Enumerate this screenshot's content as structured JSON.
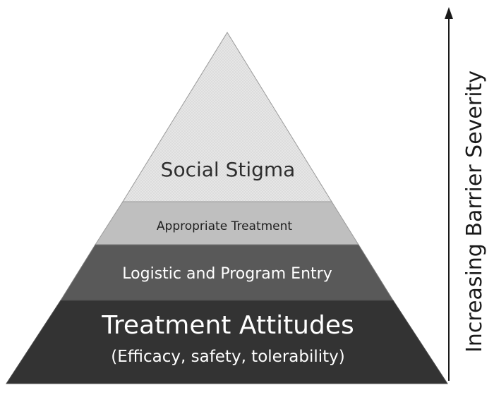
{
  "pyramid": {
    "tiers": [
      {
        "id": "social-stigma",
        "label": "Social Stigma",
        "fill": "#e6e6e6",
        "text_color": "#2e2e2e"
      },
      {
        "id": "appropriate-treatment",
        "label": "Appropriate Treatment",
        "fill": "#bfbfbf",
        "text_color": "#1f1f1f"
      },
      {
        "id": "logistic-program-entry",
        "label": "Logistic and Program Entry",
        "fill": "#595959",
        "text_color": "#ffffff"
      },
      {
        "id": "treatment-attitudes",
        "label": "Treatment Attitudes",
        "sublabel": "(Efficacy, safety, tolerability)",
        "fill": "#333333",
        "text_color": "#ffffff"
      }
    ]
  },
  "axis": {
    "label": "Increasing Barrier Severity",
    "direction": "up",
    "color": "#1a1a1a"
  }
}
